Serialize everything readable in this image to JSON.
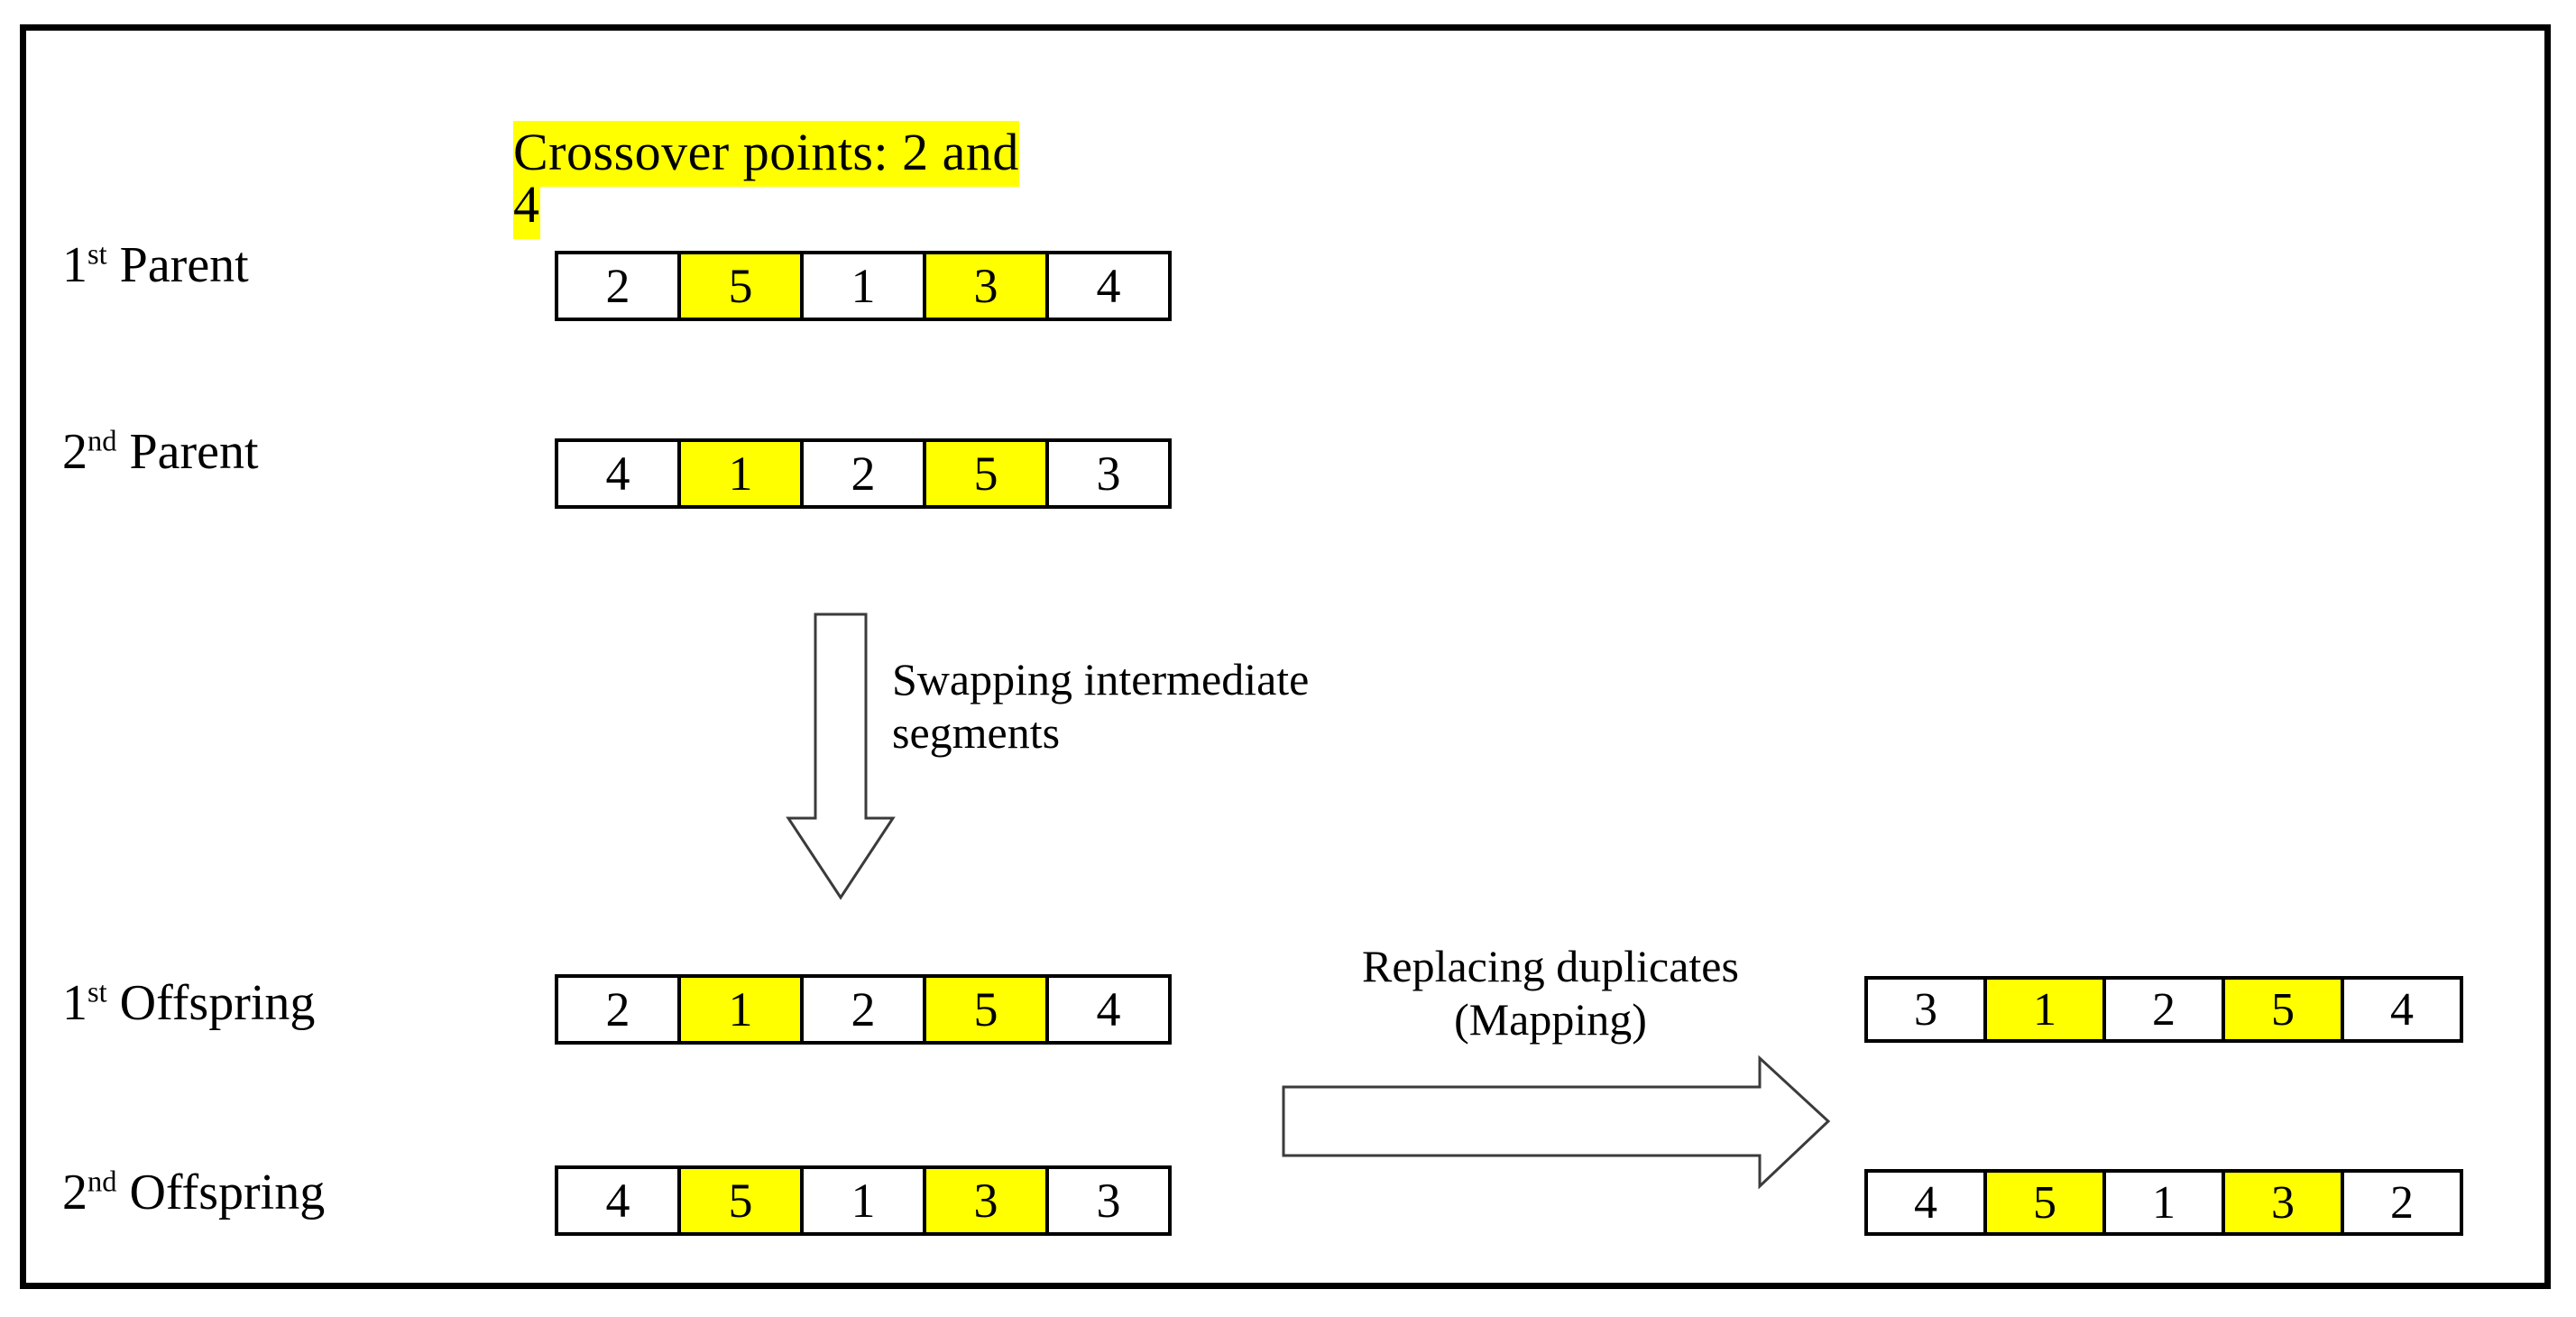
{
  "diagram": {
    "title_line1": "Crossover points: 2 and",
    "title_line2": "4",
    "border_color": "#000000",
    "highlight_color": "#FFFF00",
    "background_color": "#FFFFFF"
  },
  "rows": {
    "parent1": {
      "label_ordinal": "1",
      "label_suffix": "st",
      "label_word": "Parent",
      "cells": [
        {
          "value": "2",
          "highlighted": false
        },
        {
          "value": "5",
          "highlighted": true
        },
        {
          "value": "1",
          "highlighted": false
        },
        {
          "value": "3",
          "highlighted": true
        },
        {
          "value": "4",
          "highlighted": false
        }
      ]
    },
    "parent2": {
      "label_ordinal": "2",
      "label_suffix": "nd",
      "label_word": "Parent",
      "cells": [
        {
          "value": "4",
          "highlighted": false
        },
        {
          "value": "1",
          "highlighted": true
        },
        {
          "value": "2",
          "highlighted": false
        },
        {
          "value": "5",
          "highlighted": true
        },
        {
          "value": "3",
          "highlighted": false
        }
      ]
    },
    "offspring1": {
      "label_ordinal": "1",
      "label_suffix": "st",
      "label_word": "Offspring",
      "cells": [
        {
          "value": "2",
          "highlighted": false
        },
        {
          "value": "1",
          "highlighted": true
        },
        {
          "value": "2",
          "highlighted": false
        },
        {
          "value": "5",
          "highlighted": true
        },
        {
          "value": "4",
          "highlighted": false
        }
      ]
    },
    "offspring2": {
      "label_ordinal": "2",
      "label_suffix": "nd",
      "label_word": "Offspring",
      "cells": [
        {
          "value": "4",
          "highlighted": false
        },
        {
          "value": "5",
          "highlighted": true
        },
        {
          "value": "1",
          "highlighted": false
        },
        {
          "value": "3",
          "highlighted": true
        },
        {
          "value": "3",
          "highlighted": false
        }
      ]
    },
    "result1": {
      "cells": [
        {
          "value": "3",
          "highlighted": false
        },
        {
          "value": "1",
          "highlighted": true
        },
        {
          "value": "2",
          "highlighted": false
        },
        {
          "value": "5",
          "highlighted": true
        },
        {
          "value": "4",
          "highlighted": false
        }
      ]
    },
    "result2": {
      "cells": [
        {
          "value": "4",
          "highlighted": false
        },
        {
          "value": "5",
          "highlighted": true
        },
        {
          "value": "1",
          "highlighted": false
        },
        {
          "value": "3",
          "highlighted": true
        },
        {
          "value": "2",
          "highlighted": false
        }
      ]
    }
  },
  "annotations": {
    "swap_line1": "Swapping intermediate",
    "swap_line2": "segments",
    "mapping_line1": "Replacing duplicates",
    "mapping_line2": "(Mapping)"
  },
  "crossover": {
    "point_first": "2",
    "point_second": "4",
    "segment_indices": [
      1,
      3
    ]
  }
}
